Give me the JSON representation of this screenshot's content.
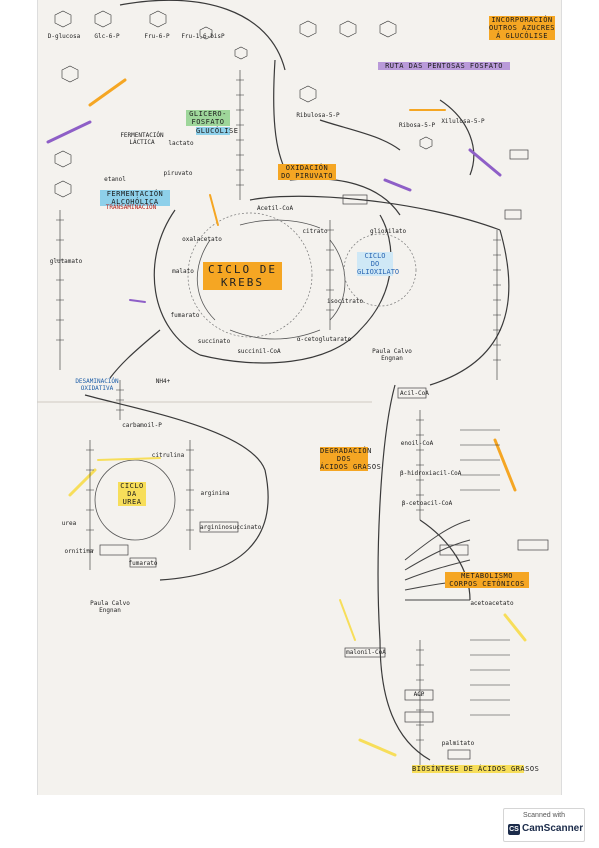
{
  "labels": {
    "incorporacion": "INCORPORACIÓN\nOUTROS AZUCRES\nÁ GLUCÓLISE",
    "pentosas": "RUTA DAS PENTOSAS FOSFATO",
    "fermentacion_lactica": "FERMENTACIÓN\nLÁCTICA",
    "fermentacion_alcoholica": "FERMENTACIÓN\nALCOHÓLICA",
    "gliceraldehido": "GLICERO-\nFOSFATO",
    "glucolisis_tag": "GLUCÓLISE",
    "oxidacion_piruvato": "OXIDACIÓN\nDO PIRUVATO",
    "transaminacion": "TRANSAMINACIÓN",
    "ciclo_krebs": "CICLO DE\nKREBS",
    "ciclo_glioxilato": "CICLO\nDO\nGLIOXILATO",
    "desaminacion": "DESAMINACIÓN\nOXIDATIVA",
    "ciclo_urea": "CICLO\nDA\nUREA",
    "degradacion_acidos": "DEGRADACIÓN\nDOS\nÁCIDOS GRASOS",
    "metabolismo_cetonicos": "METABOLISMO\nCORPOS CETÓNICOS",
    "biosintese": "BIOSÍNTESE DE ÁCIDOS GRASOS",
    "signature1": "Paula Calvo\nEngnan",
    "signature2": "Paula Calvo\nEngnan"
  },
  "notes": {
    "glucose": "D-glucosa",
    "g6p": "Glc-6-P",
    "f6p": "Fru-6-P",
    "f16bp": "Fru-1,6-bisP",
    "piruvato": "piruvato",
    "lactato": "lactato",
    "etanol": "etanol",
    "acetil_coa": "Acetil-CoA",
    "citrato": "citrato",
    "isocitrato": "isocitrato",
    "akg": "α-cetoglutarato",
    "succinil": "succinil-CoA",
    "succinato": "succinato",
    "fumarato": "fumarato",
    "malato": "malato",
    "oxalacetato": "oxalacetato",
    "glioxilato": "glioxilato",
    "ribulosa": "Ribulosa-5-P",
    "xilulosa": "Xilulosa-5-P",
    "ribosa": "Ribosa-5-P",
    "glutamato": "glutamato",
    "nh4": "NH4+",
    "carbamoil": "carbamoil-P",
    "ornitina": "ornitina",
    "citrulina": "citrulina",
    "arginina": "arginina",
    "argininosuccinato": "argininosuccinato",
    "fumarato_u": "fumarato",
    "urea": "urea",
    "acil_coa": "Acil-CoA",
    "enoil": "enoil-CoA",
    "hidroxiacil": "β-hidroxiacil-CoA",
    "cetoacil": "β-cetoacil-CoA",
    "acetoacetato": "acetoacetato",
    "malonil": "malonil-CoA",
    "acp": "ACP",
    "palmitato": "palmitato"
  },
  "watermark": {
    "scanned_with": "Scanned with",
    "brand": "CamScanner",
    "logo": "CS"
  },
  "colors": {
    "orange": "#f5a623",
    "purple": "#b99ad9",
    "blue": "#8ed0ea",
    "yellow": "#f7de5a",
    "green": "#9ed69a",
    "ink": "#3a3a3a",
    "red_ink": "#b3261e"
  }
}
